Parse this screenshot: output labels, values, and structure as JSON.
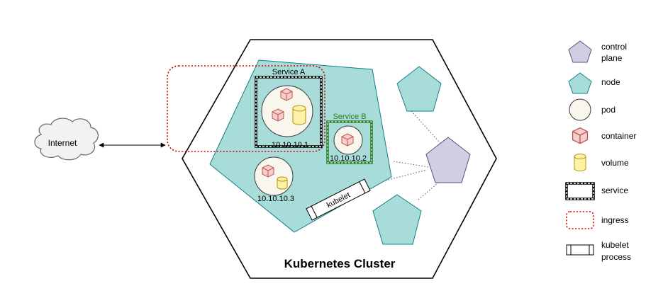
{
  "internet": {
    "label": "Internet"
  },
  "cluster": {
    "title": "Kubernetes Cluster"
  },
  "services": {
    "a": {
      "label": "Service A"
    },
    "b": {
      "label": "Service B"
    }
  },
  "pods": {
    "a": {
      "ip": "10.10.10.1"
    },
    "b": {
      "ip": "10.10.10.2"
    },
    "c": {
      "ip": "10.10.10.3"
    }
  },
  "kubelet": {
    "label": "kubelet"
  },
  "legend": {
    "control_plane": [
      "control",
      "plane"
    ],
    "node": "node",
    "pod": "pod",
    "container": "container",
    "volume": "volume",
    "service": "service",
    "ingress": "ingress",
    "kubelet_process": [
      "kubelet",
      "process"
    ]
  },
  "colors": {
    "node_fill": "#a8dcd9",
    "node_stroke": "#0e8088",
    "control_plane_fill": "#d0cee2",
    "control_plane_stroke": "#56517e",
    "pod_fill": "#f9f7ed",
    "container_fill": "#f8cecc",
    "container_stroke": "#b85450",
    "volume_fill": "#fff2a8",
    "volume_stroke": "#b09500",
    "ingress_stroke": "#cc0000",
    "service_b_stroke": "#2e7d1e"
  }
}
